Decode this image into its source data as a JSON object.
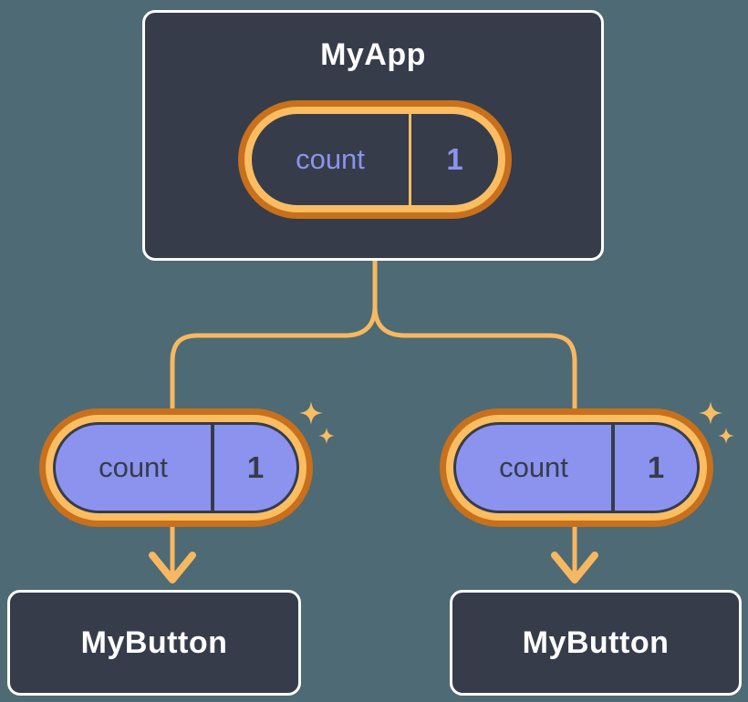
{
  "diagram": {
    "description": "component-tree-state-diagram",
    "root": {
      "label": "MyApp",
      "state": {
        "key": "count",
        "value": "1"
      }
    },
    "children": [
      {
        "label": "MyButton",
        "prop": {
          "key": "count",
          "value": "1"
        }
      },
      {
        "label": "MyButton",
        "prop": {
          "key": "count",
          "value": "1"
        }
      }
    ]
  },
  "colors": {
    "background": "#4E6A74",
    "node_fill": "#363C4A",
    "node_border": "#FFFFFF",
    "node_text": "#FFFFFF",
    "pill_ring_outer": "#C8701C",
    "pill_ring_inner": "#FABD62",
    "state_text_on_dark": "#8B93EE",
    "prop_pill_fill": "#8B93EE",
    "prop_text_dark": "#363C4A",
    "connector": "#F6B860",
    "sparkle": "#FABD62"
  },
  "icons": {
    "sparkle": "four-point-star",
    "arrow": "arrow-down"
  }
}
